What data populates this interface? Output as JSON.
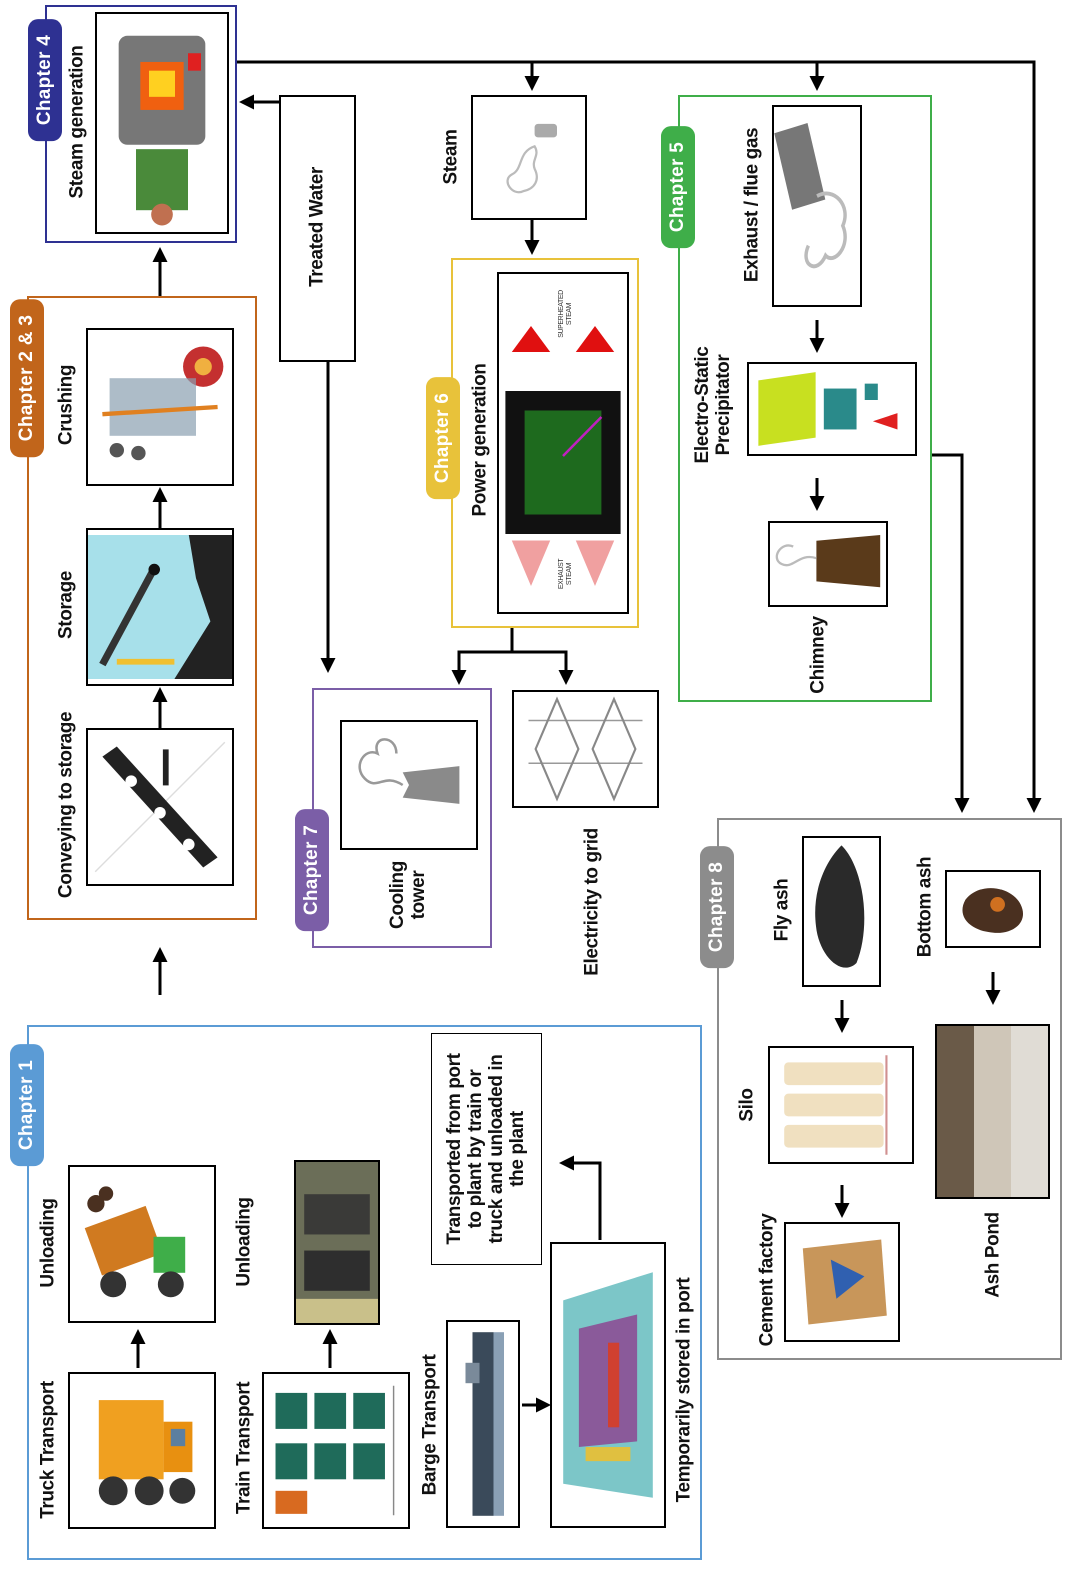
{
  "chapters": {
    "ch1": {
      "label": "Chapter 1",
      "color": "#5b9bd5"
    },
    "ch23": {
      "label": "Chapter 2 & 3",
      "color": "#c1651b"
    },
    "ch4": {
      "label": "Chapter 4",
      "color": "#2e3192"
    },
    "ch5": {
      "label": "Chapter 5",
      "color": "#3fae49"
    },
    "ch6": {
      "label": "Chapter 6",
      "color": "#e8c23a"
    },
    "ch7": {
      "label": "Chapter 7",
      "color": "#7b5ea7"
    },
    "ch8": {
      "label": "Chapter 8",
      "color": "#8c8c8c"
    }
  },
  "labels": {
    "truck_transport": "Truck  Transport",
    "unloading_truck": "Unloading",
    "train_transport": "Train Transport",
    "unloading_train": "Unloading",
    "barge_transport": "Barge Transport",
    "temporarily_stored": "Temporarily stored in port",
    "transported_from_port": [
      "Transported from port",
      "to plant by train or",
      "truck and unloaded in",
      "the plant"
    ],
    "conveying": "Conveying to storage",
    "storage": "Storage",
    "crushing": "Crushing",
    "steam_generation": "Steam generation",
    "treated_water": "Treated Water",
    "steam": "Steam",
    "power_generation": "Power generation",
    "superheated_steam": [
      "SUPERHEATED",
      "STEAM"
    ],
    "exhaust_steam": [
      "EXHAUST",
      "STEAM"
    ],
    "cooling_tower": [
      "Cooling",
      "tower"
    ],
    "electricity_to_grid": "Electricity to grid",
    "exhaust_flue_gas": "Exhaust / flue gas",
    "electrostatic_precipitator": [
      "Electro-Static",
      "Precipitator"
    ],
    "chimney": "Chimney",
    "fly_ash": "Fly ash",
    "bottom_ash": "Bottom ash",
    "silo": "Silo",
    "cement_factory": "Cement factory",
    "ash_pond": "Ash Pond"
  },
  "icons": {
    "truck": "dump-truck-icon",
    "truck_unloading": "truck-unloading-icon",
    "train": "coal-train-icon",
    "train_unloading": "train-unloading-icon",
    "barge": "barge-icon",
    "port": "port-storage-icon",
    "conveyor": "conveyor-icon",
    "storage": "coal-storage-icon",
    "crusher": "crusher-icon",
    "boiler": "boiler-icon",
    "steam": "steam-valve-icon",
    "turbine": "turbine-icon",
    "cooling_tower": "cooling-tower-icon",
    "pylons": "power-pylon-icon",
    "exhaust": "exhaust-pipe-icon",
    "esp": "electrostatic-precipitator-icon",
    "chimney": "chimney-icon",
    "fly_ash": "fly-ash-icon",
    "bottom_ash": "bottom-ash-icon",
    "silo": "silo-icon",
    "cement_bag": "cement-bag-icon",
    "ash_pond": "ash-pond-icon"
  }
}
